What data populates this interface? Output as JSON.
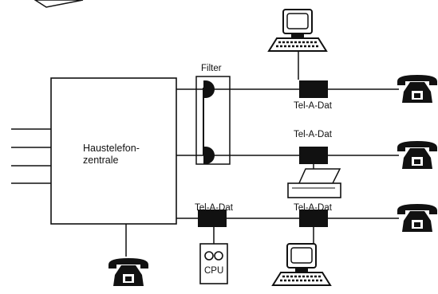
{
  "pbx": {
    "line1": "Haustelefon-",
    "line2": "zentrale"
  },
  "filter": {
    "label": "Filter"
  },
  "adapters": [
    "Tel-A-Dat",
    "Tel-A-Dat",
    "Tel-A-Dat",
    "Tel-A-Dat"
  ],
  "cpu": {
    "label": "CPU"
  },
  "icons": [
    "telephone-icon",
    "computer-terminal-icon",
    "printer-icon",
    "cpu-unit-icon"
  ]
}
